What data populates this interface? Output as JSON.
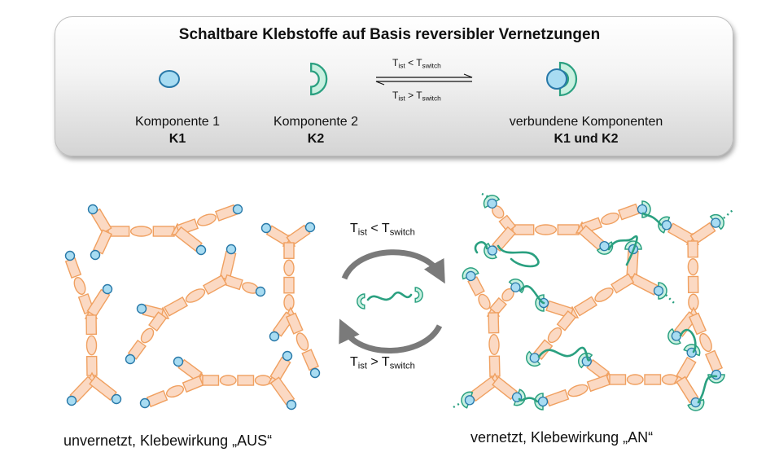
{
  "title": "Schaltbare Klebstoffe auf Basis reversibler Vernetzungen",
  "components": {
    "k1": {
      "name": "Komponente 1",
      "code": "K1"
    },
    "k2": {
      "name": "Komponente 2",
      "code": "K2"
    },
    "combined": {
      "name": "verbundene Komponenten",
      "code": "K1 und K2"
    }
  },
  "conditions": {
    "symbol": "T",
    "sub_actual": "ist",
    "sub_switch": "switch",
    "less": "<",
    "greater": ">"
  },
  "captions": {
    "left": "unvernetzt, Klebewirkung „AUS“",
    "right": "vernetzt, Klebewirkung „AN“"
  },
  "colors": {
    "segment_fill": "#fbd9c3",
    "segment_stroke": "#f0a060",
    "k1_fill": "#a8dcf2",
    "k1_stroke": "#2878a8",
    "k2_fill": "#c8f0e0",
    "k2_stroke": "#2aa080",
    "linker": "#2aa080",
    "cycle_arrow": "#7a7a7a"
  }
}
